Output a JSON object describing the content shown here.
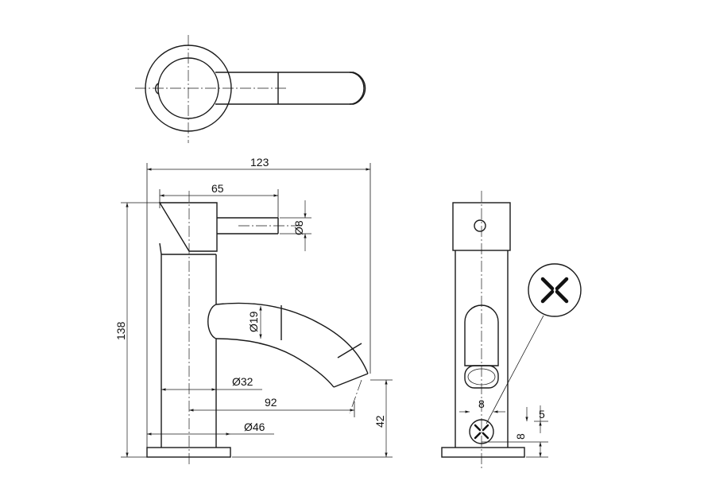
{
  "dimensions": {
    "overall_width": "123",
    "handle_length": "65",
    "handle_diameter": "Ø8",
    "total_height": "138",
    "spout_diameter": "Ø19",
    "body_diameter": "Ø32",
    "spout_reach": "92",
    "base_diameter": "Ø46",
    "spout_height": "42",
    "hole_width": "8",
    "hole_offset": "5",
    "hole_height": "8"
  },
  "colors": {
    "line": "#1a1a1a",
    "background": "#ffffff"
  },
  "icons": {
    "detail_symbol": "cross-slash-icon"
  }
}
